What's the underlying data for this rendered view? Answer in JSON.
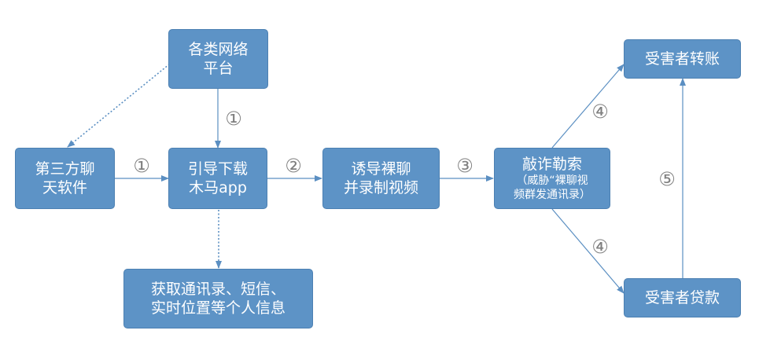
{
  "nodes": {
    "platforms": {
      "line1": "各类网络",
      "line2": "平台"
    },
    "chat": {
      "line1": "第三方聊",
      "line2": "天软件"
    },
    "trojan": {
      "line1": "引导下载",
      "line2": "木马app"
    },
    "lure": {
      "line1": "诱导裸聊",
      "line2": "并录制视频"
    },
    "extort": {
      "line1": "敲诈勒索",
      "sub1": "（威胁“裸聊视",
      "sub2": "频群发通讯录）"
    },
    "steal": {
      "line1": "获取通讯录、短信、",
      "line2": "实时位置等个人信息"
    },
    "transfer": {
      "line1": "受害者转账"
    },
    "loan": {
      "line1": "受害者贷款"
    }
  },
  "step_labels": {
    "platforms_to_trojan": "①",
    "chat_to_trojan": "①",
    "trojan_to_lure": "②",
    "lure_to_extort": "③",
    "extort_to_transfer": "④",
    "extort_to_loan": "④",
    "loan_to_transfer": "⑤"
  },
  "colors": {
    "node_fill": "#5d93c6",
    "arrow": "#5b8fc2",
    "step_label": "#7f7f7f"
  }
}
